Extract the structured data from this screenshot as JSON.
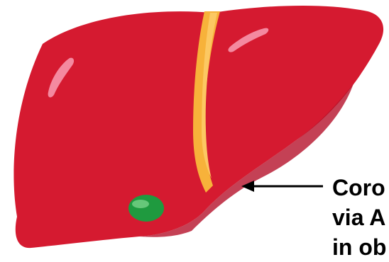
{
  "figure": {
    "subject": "liver-illustration",
    "colors": {
      "liver_fill": "#d51a30",
      "liver_dark": "#b5122a",
      "ligament": "#f7b23a",
      "ligament_light": "#fcc862",
      "highlight": "#f48aa0",
      "gallbladder": "#1f9a3f",
      "gallbladder_highlight": "#7fd68e",
      "arrow": "#000000",
      "text": "#000000"
    }
  },
  "annotation": {
    "arrow_direction": "left",
    "lines": [
      "Coro",
      "via A",
      "in ob"
    ]
  }
}
